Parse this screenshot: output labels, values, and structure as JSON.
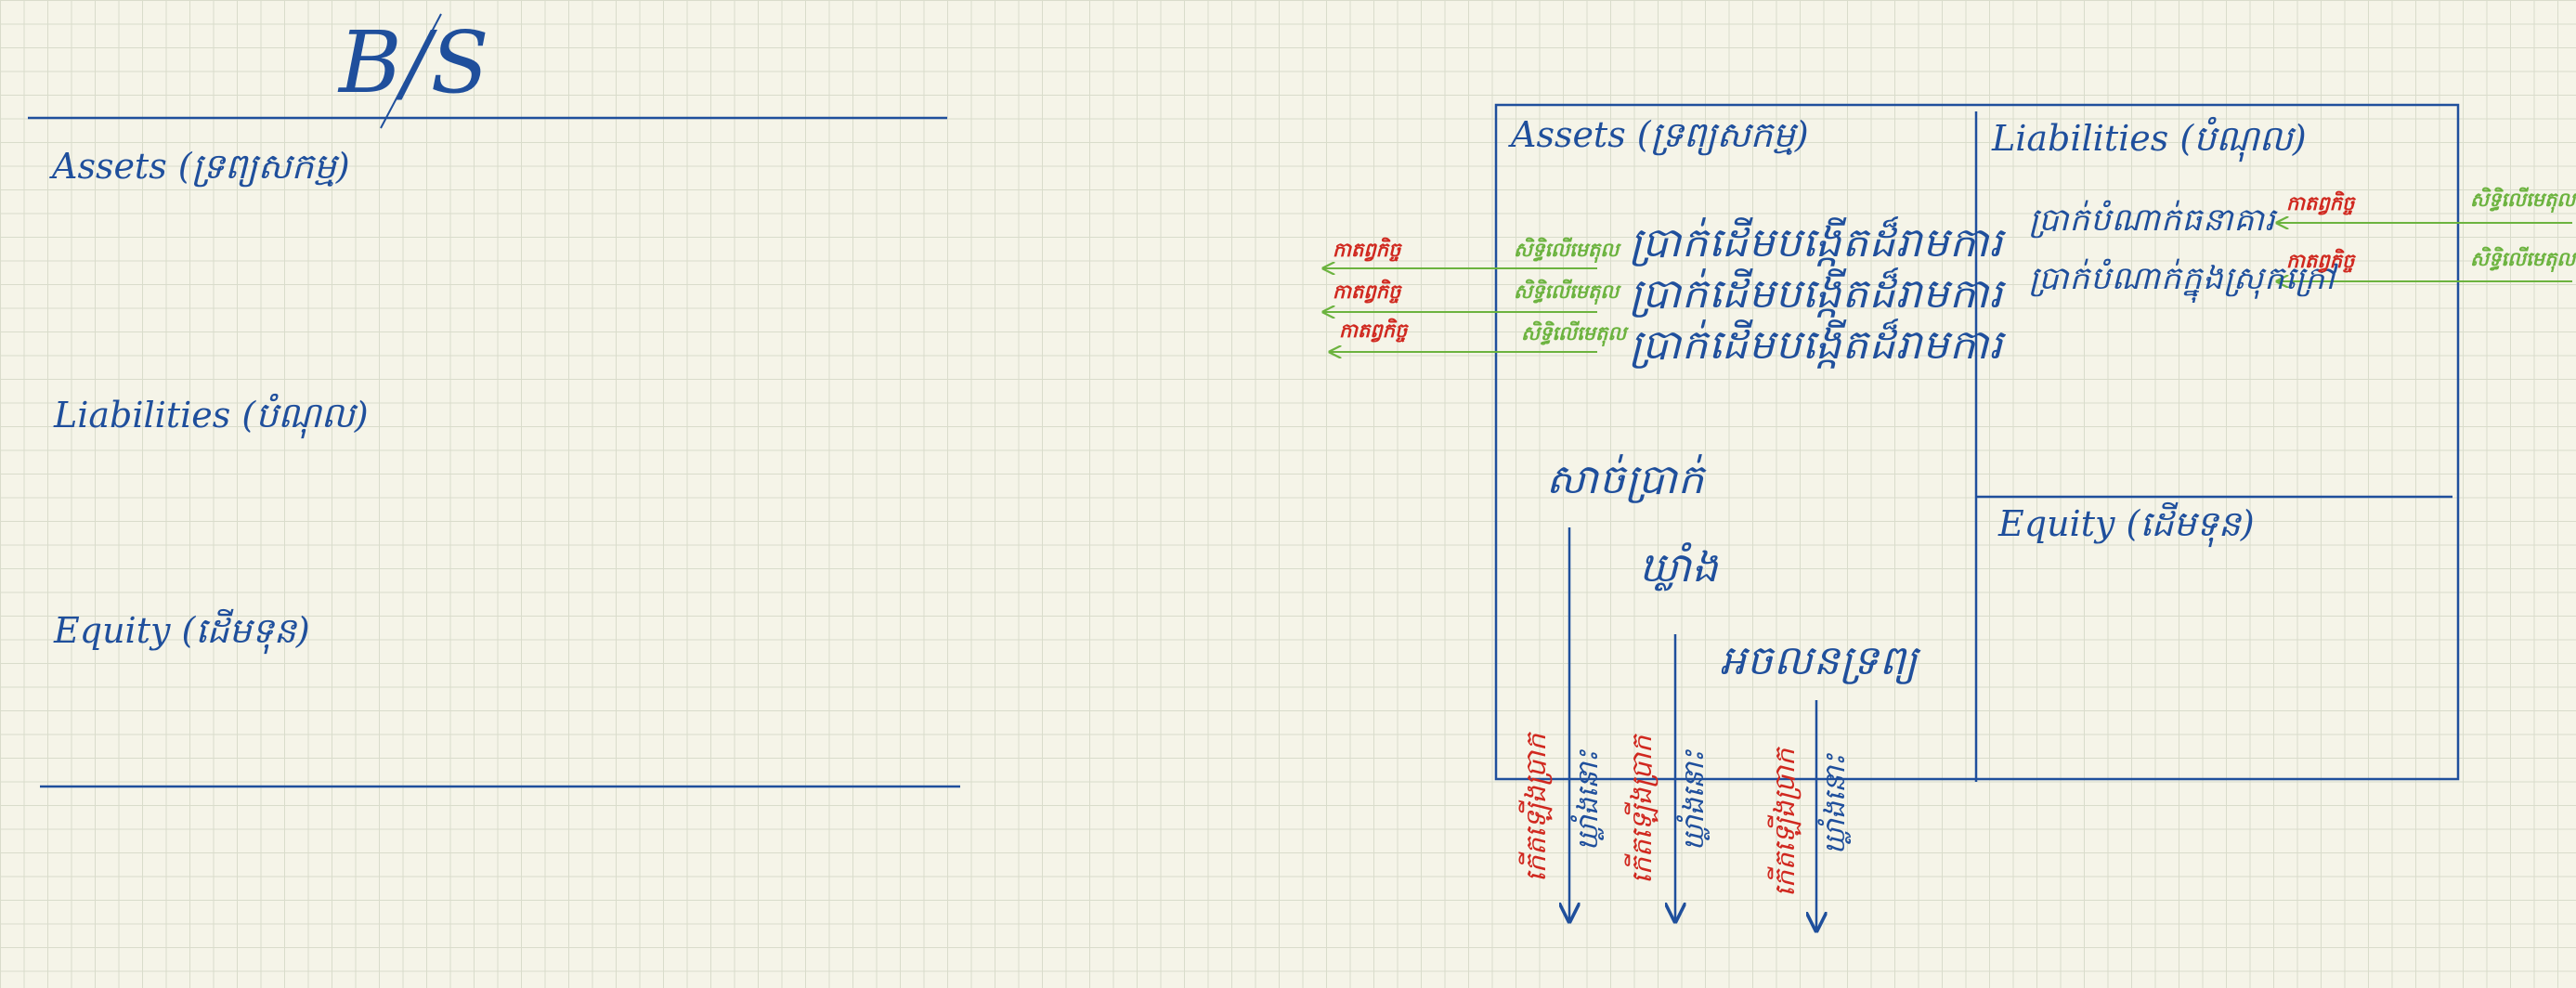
{
  "left": {
    "title": "B/S",
    "assets_label": "Assets (ទ្រព្យសកម្ម)",
    "liabilities_label": "Liabilities (បំណុល)",
    "equity_label": "Equity (ដើមទុន)"
  },
  "right": {
    "assets_label": "Assets (ទ្រព្យសកម្ម)",
    "liabilities_label": "Liabilities (បំណុល)",
    "equity_label": "Equity (ដើមទុន)",
    "asset_items": [
      "ប្រាក់ដើមបង្កើតដ៏រាមការ",
      "ប្រាក់ដើមបង្កើតដ៏រាមការ",
      "ប្រាក់ដើមបង្កើតដ៏រាមការ"
    ],
    "asset_left_tags": [
      "សិទ្ធិលើមេតុល",
      "សិទ្ធិលើមេតុល",
      "សិទ្ធិលើមេតុល"
    ],
    "asset_far_tags": [
      "កាតព្វកិច្ច",
      "កាតព្វកិច្ច",
      "កាតព្វកិច្ច"
    ],
    "liability_items": [
      "ប្រាក់បំណាក់ធនាគារ",
      "ប្រាក់បំណាក់ក្នុងស្រុកក្រៅ"
    ],
    "liability_tags_red": [
      "កាតព្វកិច្ច",
      "កាតព្វកិច្ច"
    ],
    "liability_tags_green": [
      "សិទ្ធិលើមេតុល",
      "សិទ្ធិលើមេតុល"
    ],
    "cash_label": "សាច់ប្រាក់",
    "goods_label": "ឃ្លាំង",
    "equipment_label": "អចលនទ្រព្យ",
    "col1_red": "កើតឡើងប្រាក",
    "col1_blue": "ឃ្លាំងនោះ",
    "col2_red": "កើតឡើងប្រាក",
    "col2_blue": "ឃ្លាំងនោះ",
    "col3_red": "កើតឡើងប្រាក",
    "col3_blue": "ឃ្លាំងនោះ"
  },
  "colors": {
    "ink_blue": "#1f4f9c",
    "ink_green": "#6cb33f",
    "ink_red": "#d0281f",
    "paper": "#f5f4e8",
    "grid": "#d9dccb"
  }
}
